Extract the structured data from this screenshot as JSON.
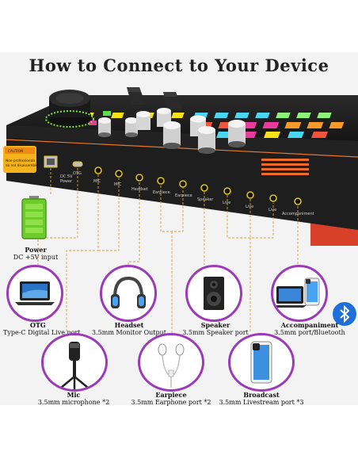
{
  "title": "How to Connect to Your Device",
  "caution": {
    "heading": "CAUTION",
    "text1": "Non-professionals",
    "text2": "do not disassemble"
  },
  "device_ports": {
    "dc": "DC 5V",
    "dc2": "Power",
    "otg": "OTG",
    "mic1": "MIC",
    "mic2": "MIC",
    "headset": "Headset",
    "earpiece1": "Earpiece",
    "earpiece2": "Earpiece",
    "speaker": "Speaker",
    "live1": "Live",
    "live2": "Live",
    "live3": "Live",
    "accompaniment": "Accompaniment"
  },
  "devices": [
    {
      "id": "power",
      "title": "Power",
      "subtitle": "DC +5V input",
      "icon": "battery-icon"
    },
    {
      "id": "otg",
      "title": "OTG",
      "subtitle": "Type-C Digital Live port",
      "icon": "laptop-icon"
    },
    {
      "id": "headset",
      "title": "Headset",
      "subtitle": "3.5mm Monitor Output",
      "icon": "headphones-icon"
    },
    {
      "id": "speaker",
      "title": "Speaker",
      "subtitle": "3.5mm Speaker port",
      "icon": "speaker-icon"
    },
    {
      "id": "accompaniment",
      "title": "Accompaniment",
      "subtitle": "3.5mm port/Bluetooth",
      "icon": "laptop-phone-icon"
    },
    {
      "id": "mic",
      "title": "Mic",
      "subtitle": "3.5mm microphone *2",
      "icon": "microphone-icon"
    },
    {
      "id": "earpiece",
      "title": "Earpiece",
      "subtitle": "3.5mm Earphone port *2",
      "icon": "earphones-icon"
    },
    {
      "id": "broadcast",
      "title": "Broadcast",
      "subtitle": "3.5mm Livestream port *3",
      "icon": "smartphone-icon"
    }
  ],
  "colors": {
    "accent": "#9b3bb8",
    "wire": "#d7a63a",
    "device_body": "#1c1c1c",
    "device_edge": "#e24a2e",
    "port_ring": "#d8c21a",
    "bluetooth": "#1e6fd9"
  }
}
